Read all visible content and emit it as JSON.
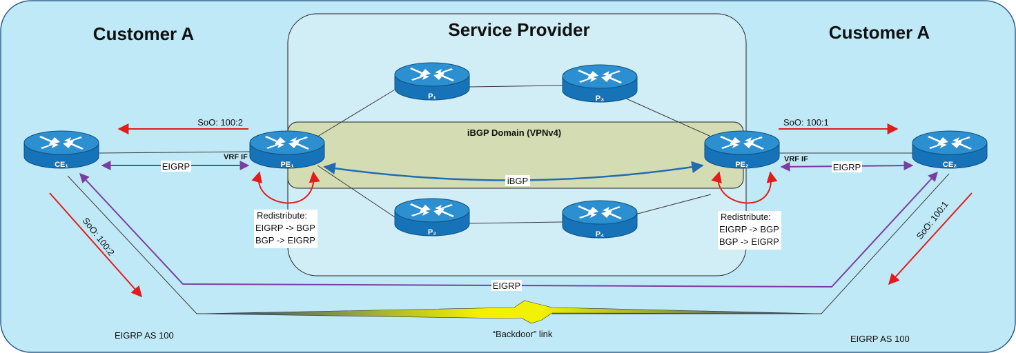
{
  "regions": {
    "customer_left": "Customer A",
    "service_provider": "Service Provider",
    "customer_right": "Customer A",
    "ibgp_domain": "iBGP Domain (VPNv4)"
  },
  "routers": {
    "ce1": "CE₁",
    "pe1": "PE₁",
    "p1": "P₁",
    "p2": "P₂",
    "p3": "P₃",
    "p4": "P₄",
    "pe2": "PE₂",
    "ce2": "CE₂"
  },
  "labels": {
    "soo_left_top": "SoO: 100:2",
    "soo_right_top": "SoO: 100:1",
    "soo_left_diag": "SoO: 100:2",
    "soo_right_diag": "SoO: 100:1",
    "vrf_if_left": "VRF IF",
    "vrf_if_right": "VRF IF",
    "eigrp_left": "EIGRP",
    "eigrp_right": "EIGRP",
    "eigrp_bottom": "EIGRP",
    "ibgp": "iBGP",
    "redistribute_left_title": "Redistribute:",
    "redistribute_left_1": "EIGRP -> BGP",
    "redistribute_left_2": "BGP -> EIGRP",
    "redistribute_right_title": "Redistribute:",
    "redistribute_right_1": "EIGRP -> BGP",
    "redistribute_right_2": "BGP -> EIGRP",
    "eigrp_as_left": "EIGRP AS 100",
    "eigrp_as_right": "EIGRP AS 100",
    "backdoor": "“Backdoor” link"
  },
  "colors": {
    "background": "#bfe9f7",
    "provider_area": "#d1edf5",
    "ibgp_area": "#d4dcb3",
    "router_top": "#2b8fd0",
    "router_side": "#1673b8",
    "soo_arrow": "#e31b1b",
    "eigrp_arrow": "#7a3ea0",
    "ibgp_arrow": "#1f6cb3",
    "backdoor_bolt": "#ffff00"
  }
}
